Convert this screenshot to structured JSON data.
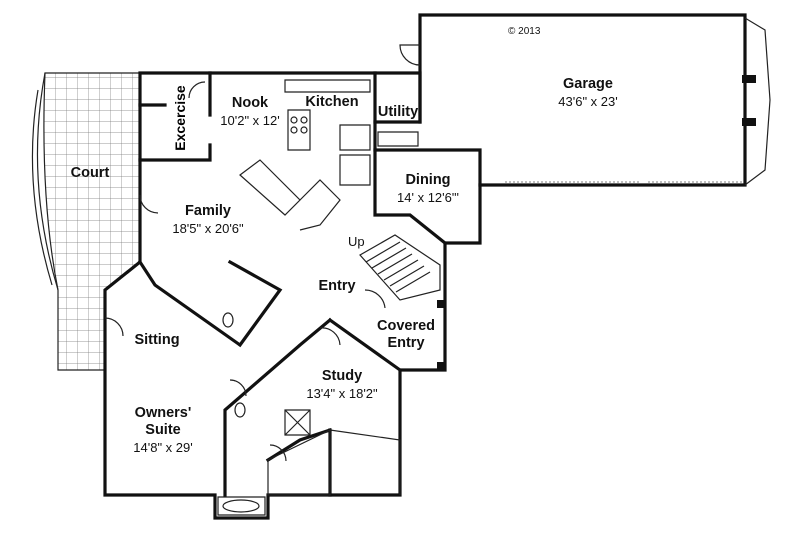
{
  "copyright": "© 2013",
  "stair_label": "Up",
  "rooms": {
    "garage": {
      "name": "Garage",
      "dim": "43'6\" x 23'"
    },
    "nook": {
      "name": "Nook",
      "dim": "10'2\" x 12'"
    },
    "kitchen": {
      "name": "Kitchen"
    },
    "utility": {
      "name": "Utility"
    },
    "exercise": {
      "name": "Excercise"
    },
    "court": {
      "name": "Court"
    },
    "dining": {
      "name": "Dining",
      "dim": "14' x 12'6\"'"
    },
    "family": {
      "name": "Family",
      "dim": "18'5\" x 20'6\""
    },
    "entry": {
      "name": "Entry"
    },
    "covered_entry": {
      "name": "Covered",
      "name2": "Entry"
    },
    "sitting": {
      "name": "Sitting"
    },
    "study": {
      "name": "Study",
      "dim": "13'4\" x 18'2\""
    },
    "owners_suite": {
      "name": "Owners'",
      "name2": "Suite",
      "dim": "14'8\" x 29'"
    }
  }
}
